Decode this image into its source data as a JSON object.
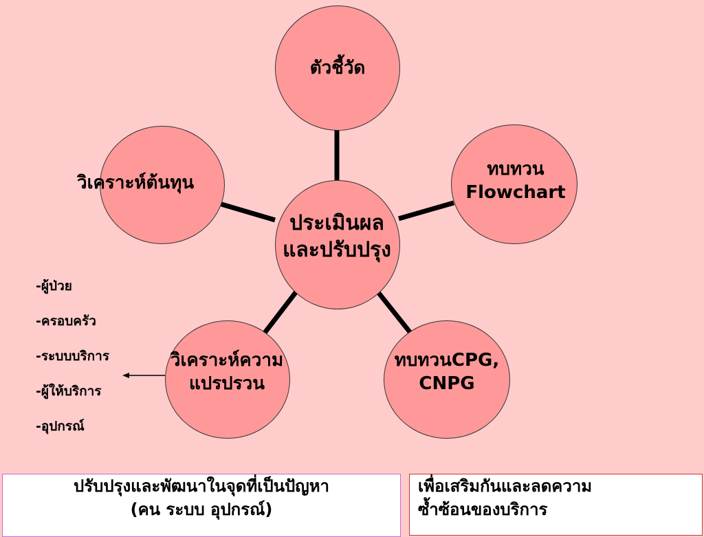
{
  "diagram": {
    "center": "ประเมินผล\nและปรับปรุง",
    "top": "ตัวชี้วัด",
    "left": "วิเคราะห์ต้นทุน",
    "right": "ทบทวน\nFlowchart",
    "bottom_left": "วิเคราะห์ความ\nแปรปรวน",
    "bottom_right": "ทบทวนCPG,\nCNPG"
  },
  "factors": [
    "-ผู้ป่วย",
    "-ครอบครัว",
    "-ระบบบริการ",
    "-ผู้ให้บริการ",
    "-อุปกรณ์"
  ],
  "bottom_boxes": {
    "left": "ปรับปรุงและพัฒนาในจุดที่เป็นปัญหา\n(คน ระบบ อุปกรณ์)",
    "right": "เพื่อเสริมกันและลดความ\nซ้ำซ้อนของบริการ"
  },
  "colors": {
    "background": "#ffcccc",
    "node_fill": "#ff9999",
    "connector": "#000000"
  }
}
